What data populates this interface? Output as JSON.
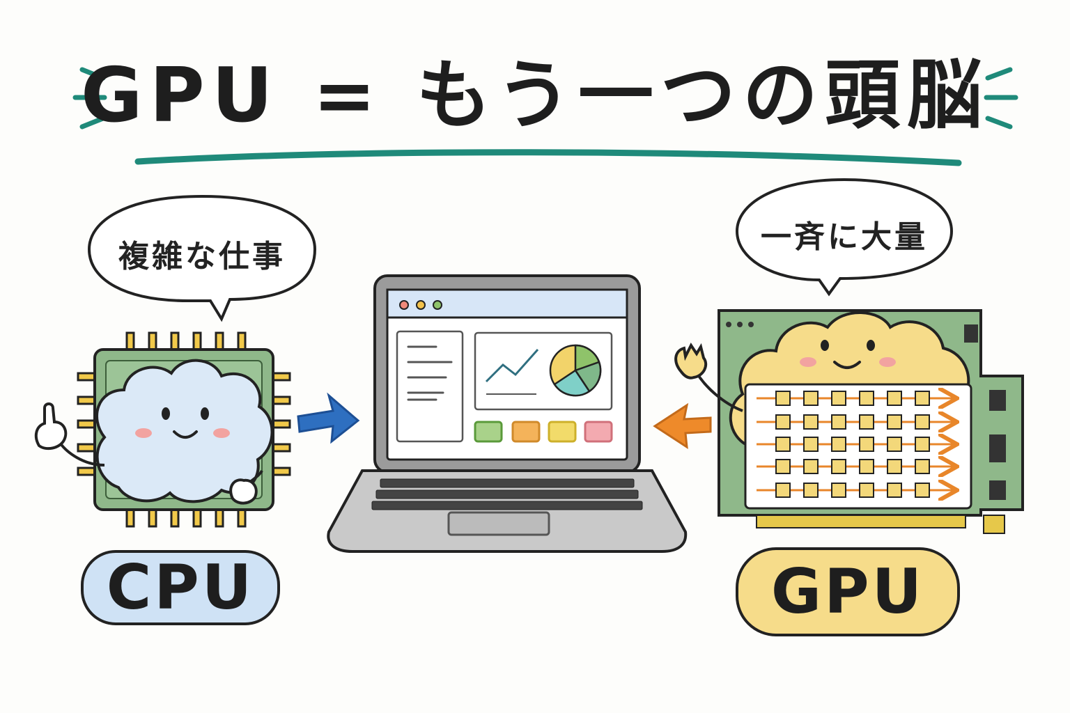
{
  "title": "GPU = もう一つの頭脳",
  "cpu": {
    "label": "CPU",
    "speech": "複雑な仕事",
    "color": "#cfe2f5"
  },
  "gpu": {
    "label": "GPU",
    "speech": "一斉に大量",
    "color": "#f6dc8a"
  },
  "colors": {
    "accent": "#1f8a7a",
    "board": "#8fb88a",
    "arrow_left": "#2e6fc0",
    "arrow_right": "#ee8a2a",
    "grid_arrow": "#e8862a"
  },
  "icons": [
    "cpu-chip-icon",
    "gpu-card-icon",
    "laptop-icon",
    "line-chart-icon",
    "pie-chart-icon"
  ]
}
